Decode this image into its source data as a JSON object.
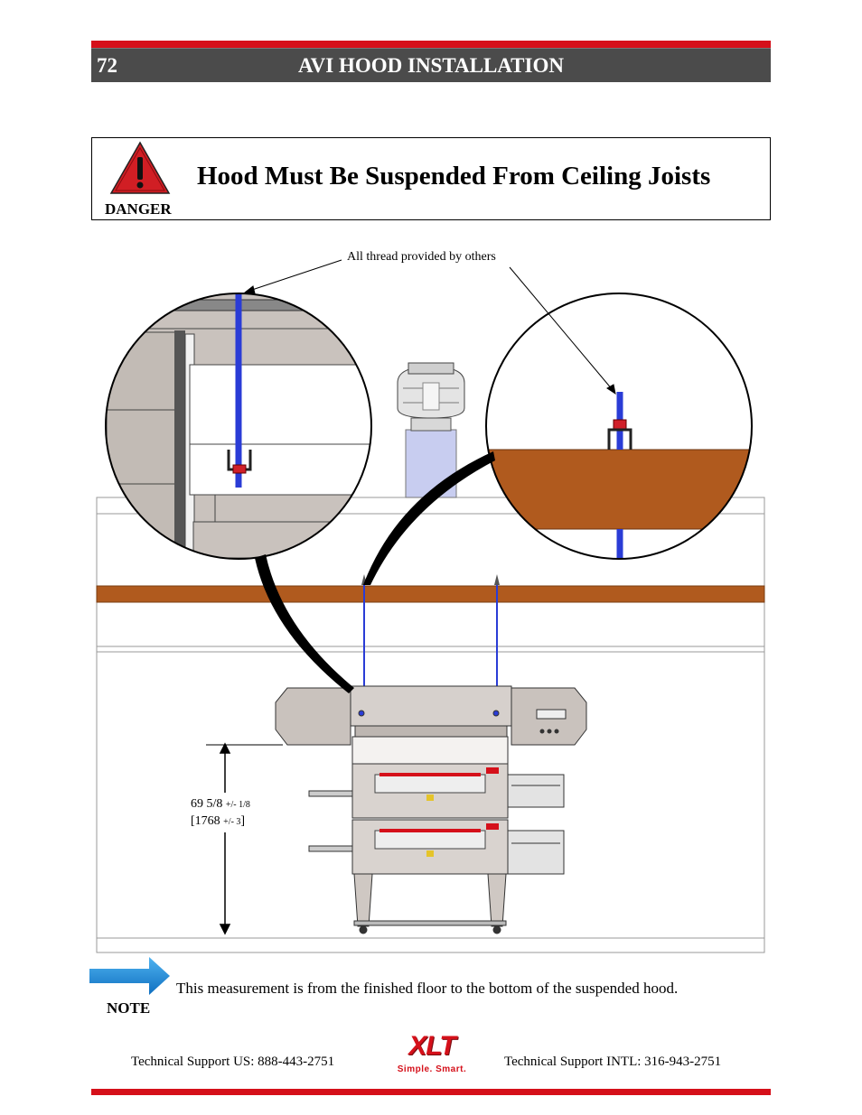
{
  "header": {
    "page_number": "72",
    "title": "AVI HOOD INSTALLATION"
  },
  "danger": {
    "title": "Hood Must Be Suspended From Ceiling Joists",
    "label": "DANGER",
    "icon": "warning-triangle-icon"
  },
  "drawing": {
    "callout": "All thread provided by others",
    "dimension_imperial": "69 5/8",
    "dimension_imperial_tol": "+/- 1/8",
    "dimension_metric_open": "[1768",
    "dimension_metric_tol": "+/- 3",
    "dimension_metric_close": "]",
    "colors": {
      "joist": "#b05a1e",
      "thread": "#2a3cd6",
      "nut": "#d0202a",
      "hood": "#c9c2bd"
    }
  },
  "note": {
    "text": "This measurement is from the finished floor to the bottom of the suspended hood.",
    "label": "NOTE",
    "icon": "arrow-right-icon"
  },
  "footer": {
    "support_us": "Technical Support  US:  888-443-2751",
    "support_intl": "Technical Support  INTL:  316-943-2751",
    "logo_text": "XLT",
    "logo_tagline": "Simple. Smart."
  },
  "colors": {
    "accent_red": "#d5101a",
    "header_gray": "#4b4b4b",
    "note_blue": "#1a8ad8"
  }
}
